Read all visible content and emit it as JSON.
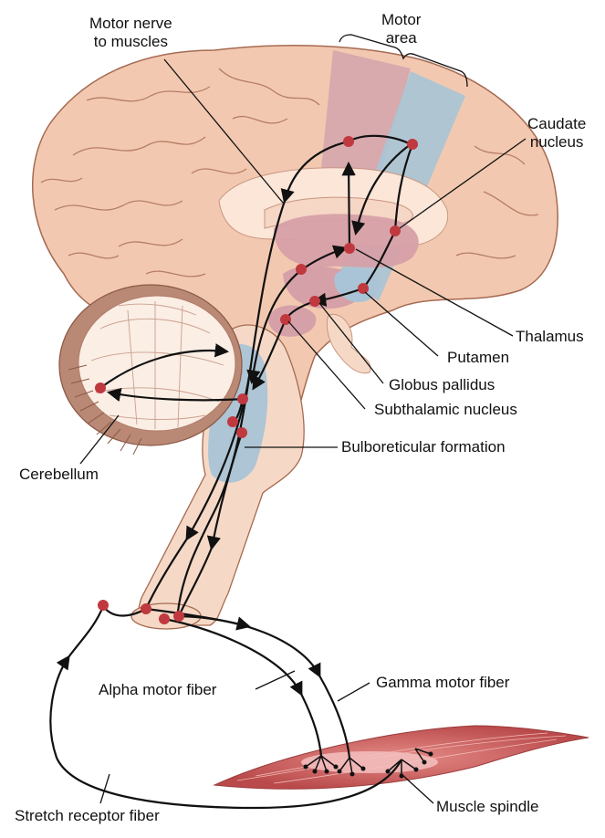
{
  "labels": {
    "motor_nerve": "Motor nerve\nto muscles",
    "motor_area": "Motor\narea",
    "caudate_nucleus": "Caudate\nnucleus",
    "thalamus": "Thalamus",
    "putamen": "Putamen",
    "globus_pallidus": "Globus pallidus",
    "subthalamic_nucleus": "Subthalamic nucleus",
    "bulboreticular_formation": "Bulboreticular formation",
    "cerebellum": "Cerebellum",
    "alpha_motor_fiber": "Alpha motor fiber",
    "gamma_motor_fiber": "Gamma motor fiber",
    "stretch_receptor_fiber": "Stretch receptor fiber",
    "muscle_spindle": "Muscle spindle"
  },
  "colors": {
    "brain": "#f2c9b0",
    "brain_outline": "#a66a52",
    "gyri_line": "#b77d66",
    "inner_light": "#fbe6d8",
    "basal_ganglia": "#d6a0a8",
    "motor_area_pink": "#d5a5ad",
    "motor_area_blue": "#a9c4d6",
    "brainstem": "#f5d9c6",
    "cerebellum_fill": "#fbeee4",
    "cerebellum_edge": "#b07b68",
    "neuron_dot": "#c0393f",
    "pathway": "#111111",
    "muscle": "#c75b5b"
  }
}
